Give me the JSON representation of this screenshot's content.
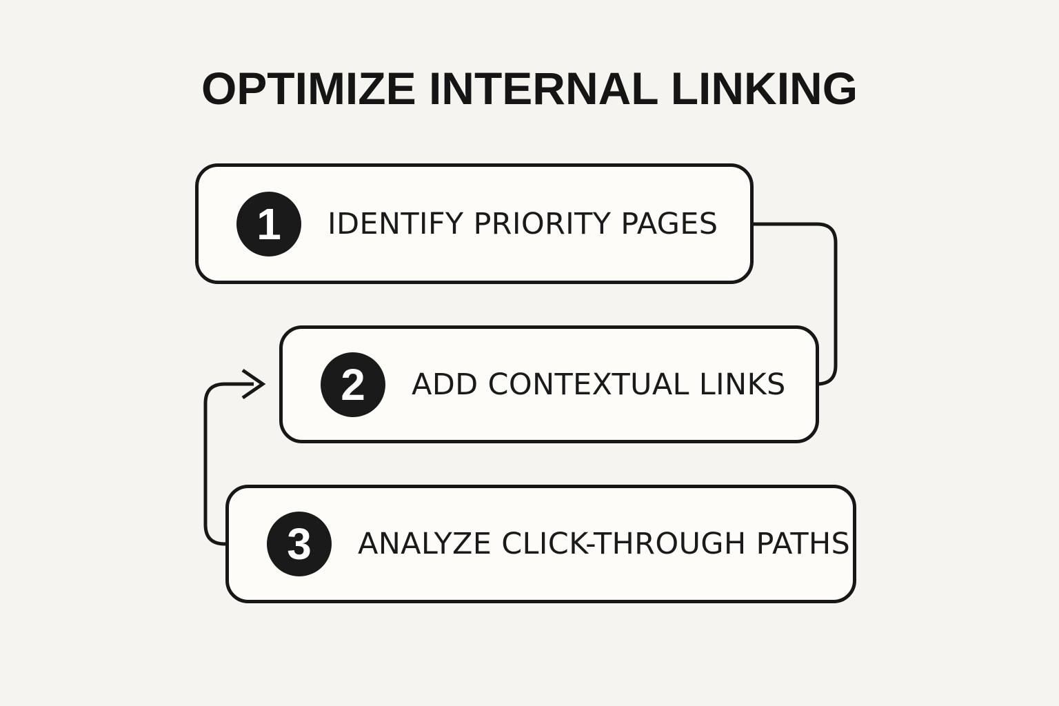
{
  "title": "OPTIMIZE INTERNAL LINKING",
  "steps": [
    {
      "number": "1",
      "label": "IDENTIFY PRIORITY PAGES"
    },
    {
      "number": "2",
      "label": "ADD CONTEXTUAL LINKS"
    },
    {
      "number": "3",
      "label": "ANALYZE CLICK-THROUGH PATHS"
    }
  ],
  "connectors": [
    {
      "from": "step-1",
      "to": "step-2",
      "route": "right-side",
      "arrowhead": false
    },
    {
      "from": "step-3",
      "to": "step-2",
      "route": "left-side",
      "arrowhead": true
    }
  ],
  "colors": {
    "background": "#f6f4f0",
    "card_fill": "#fdfcf9",
    "line": "#171717",
    "badge_fill": "#1a1a1a",
    "badge_text": "#ffffff"
  }
}
